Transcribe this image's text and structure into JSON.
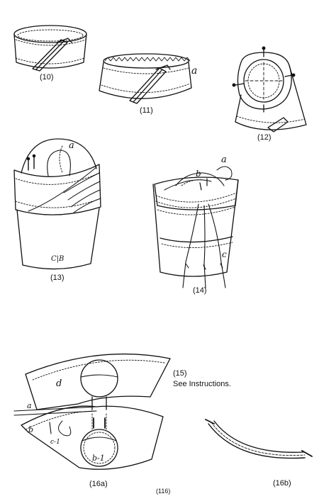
{
  "figures": [
    {
      "id": "fig10",
      "caption": "(10)"
    },
    {
      "id": "fig11",
      "caption": "(11)",
      "letter": "a"
    },
    {
      "id": "fig12",
      "caption": "(12)"
    },
    {
      "id": "fig13",
      "caption": "(13)",
      "letters": [
        "a",
        "C|B"
      ]
    },
    {
      "id": "fig14",
      "caption": "(14)",
      "letters": [
        "a",
        "b",
        "c"
      ]
    },
    {
      "id": "fig16a",
      "caption": "(16a)",
      "letters": [
        "d",
        "a",
        "b",
        "c-1",
        "b-1"
      ]
    },
    {
      "id": "fig16b",
      "caption": "(16b)"
    }
  ],
  "note": {
    "number": "(15)",
    "text": "See Instructions."
  },
  "page_number": "(116)",
  "colors": {
    "ink": "#111111",
    "paper": "#ffffff"
  }
}
